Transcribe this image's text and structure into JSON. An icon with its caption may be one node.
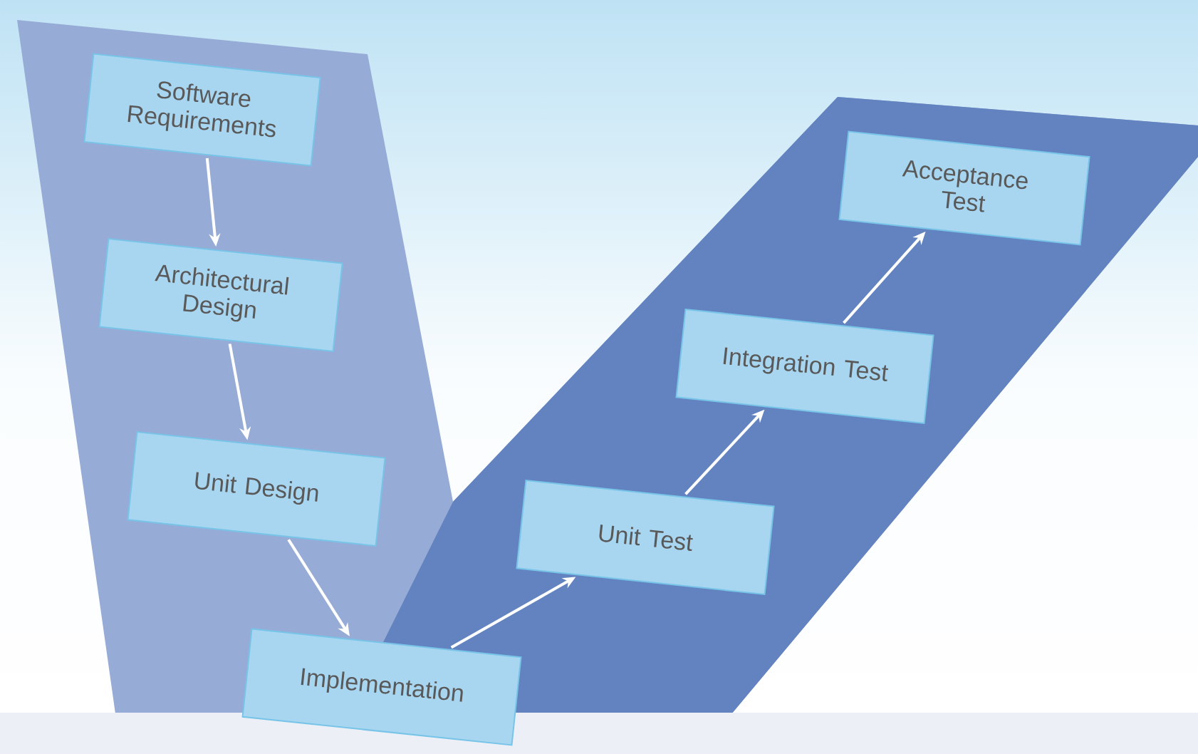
{
  "diagram": {
    "nodes": [
      {
        "text": [
          "Software Requirements"
        ]
      },
      {
        "text": [
          "Architectural Design"
        ]
      },
      {
        "text": [
          "Unit Design"
        ]
      },
      {
        "text": [
          "Implementation"
        ]
      },
      {
        "text": [
          "Unit Test"
        ]
      },
      {
        "text": [
          "Integration Test"
        ]
      },
      {
        "text": [
          "Acceptance Test"
        ]
      }
    ],
    "edges": [
      {
        "from": 0,
        "to": 1,
        "arrow": "to"
      },
      {
        "from": 1,
        "to": 2,
        "arrow": "to"
      },
      {
        "from": 2,
        "to": 3,
        "arrow": "to"
      },
      {
        "from": 3,
        "to": 4,
        "arrow": "to"
      },
      {
        "from": 4,
        "to": 5,
        "arrow": "to"
      },
      {
        "from": 5,
        "to": 6,
        "arrow": "to"
      }
    ]
  }
}
